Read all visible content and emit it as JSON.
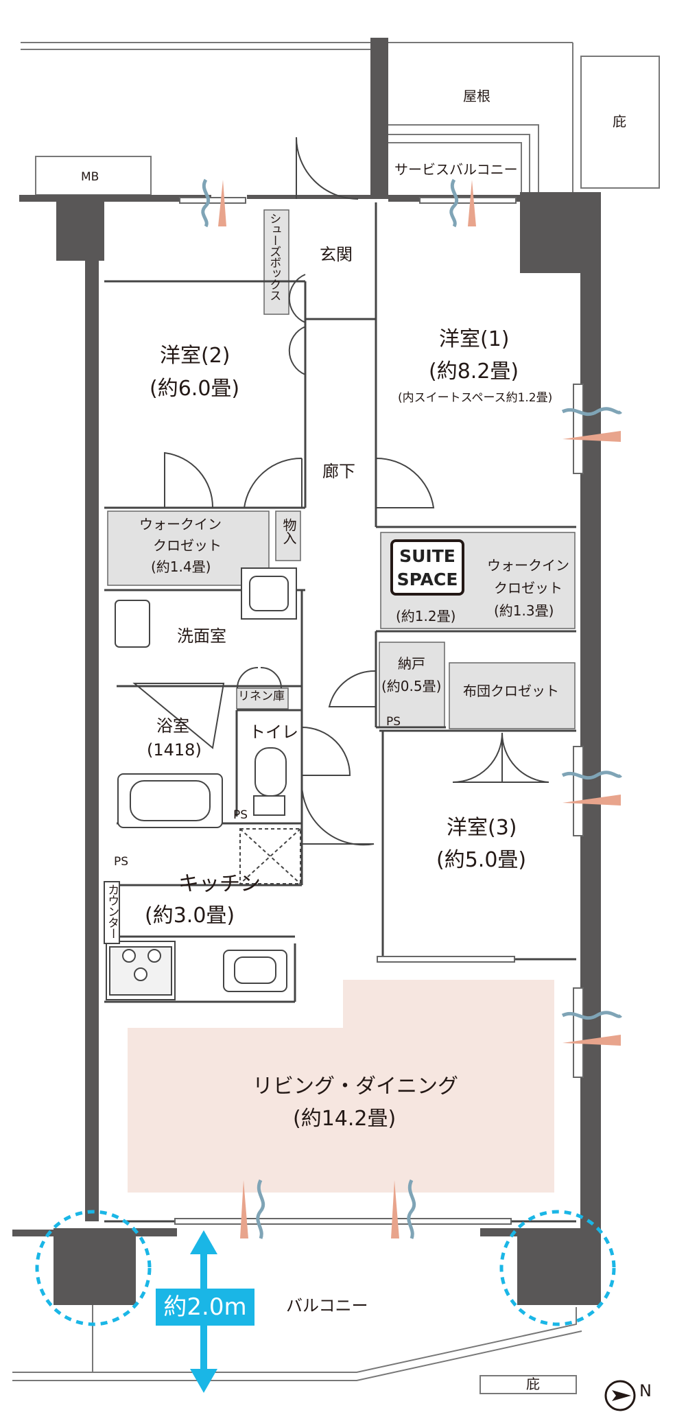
{
  "rooms": {
    "roof": "屋根",
    "eaves_top": "庇",
    "service_balcony": "サービスバルコニー",
    "mb": "MB",
    "entrance": "玄関",
    "shoe_box": "シューズボックス",
    "western1": {
      "name": "洋室(1)",
      "size": "(約8.2畳)",
      "note": "(内スイートスペース約1.2畳)"
    },
    "western2": {
      "name": "洋室(2)",
      "size": "(約6.0畳)"
    },
    "western3": {
      "name": "洋室(3)",
      "size": "(約5.0畳)"
    },
    "corridor": "廊下",
    "wic_left": {
      "line1": "ウォークイン",
      "line2": "クロゼット",
      "size": "(約1.4畳)"
    },
    "storage": "物入",
    "suite_space": {
      "line1": "SUITE",
      "line2": "SPACE",
      "size": "(約1.2畳)"
    },
    "wic_right": {
      "line1": "ウォークイン",
      "line2": "クロゼット",
      "size": "(約1.3畳)"
    },
    "washroom": "洗面室",
    "closet_nando": {
      "name": "納戸",
      "size": "(約0.5畳)"
    },
    "futon_closet": "布団クロゼット",
    "linen": "リネン庫",
    "bathroom": {
      "name": "浴室",
      "size": "(1418)"
    },
    "toilet": "トイレ",
    "ps": "PS",
    "kitchen": {
      "name": "キッチン",
      "size": "(約3.0畳)"
    },
    "counter": "カウンター",
    "living": {
      "name": "リビング・ダイニング",
      "size": "(約14.2畳)"
    },
    "balcony": "バルコニー",
    "eaves_bottom": "庇",
    "balcony_depth": "約2.0m"
  },
  "compass": "N",
  "colors": {
    "living_fill": "#f6e6e0",
    "closet_fill": "#e2e2e2",
    "wall": "#595757",
    "accent": "#1ab6e6",
    "airflow_warm": "#e8a48c",
    "airflow_cool": "#7fa4b6"
  }
}
